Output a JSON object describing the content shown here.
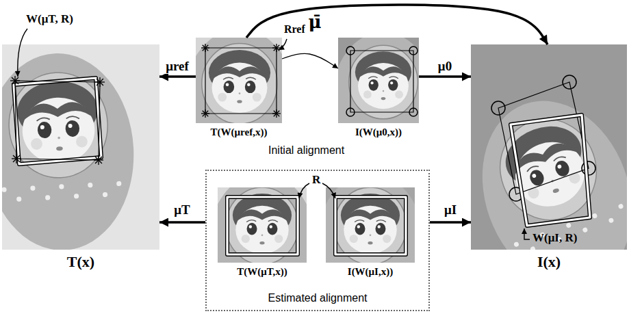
{
  "diagram": {
    "nodes": [
      {
        "text": [
          "T(x)"
        ]
      },
      {
        "text": [
          "T(W(μref,x))"
        ]
      },
      {
        "text": [
          "I(W(μ0,x))"
        ]
      },
      {
        "text": [
          "I(x)"
        ]
      },
      {
        "text": [
          "Estimated alignment"
        ]
      },
      {
        "text": [
          "T(W(μT,x))"
        ],
        "in": 4
      },
      {
        "text": [
          "I(W(μI,x))"
        ],
        "in": 4
      }
    ],
    "edges": [
      {
        "from": 1,
        "to": 3,
        "label": "μ̄",
        "arrow": "to"
      },
      {
        "from": 1,
        "to": 0,
        "label": "μref",
        "arrow": "to"
      },
      {
        "from": 1,
        "to": 2,
        "arrow": "to"
      },
      {
        "from": 2,
        "to": 3,
        "label": "μ0",
        "arrow": "to"
      },
      {
        "from": 4,
        "to": 0,
        "label": "μT",
        "arrow": "to"
      },
      {
        "from": 4,
        "to": 3,
        "label": "μI",
        "arrow": "to"
      }
    ],
    "labels": [
      "W(μT, R)",
      "Rref",
      "Initial alignment",
      "R",
      "W(μI, R)"
    ]
  }
}
